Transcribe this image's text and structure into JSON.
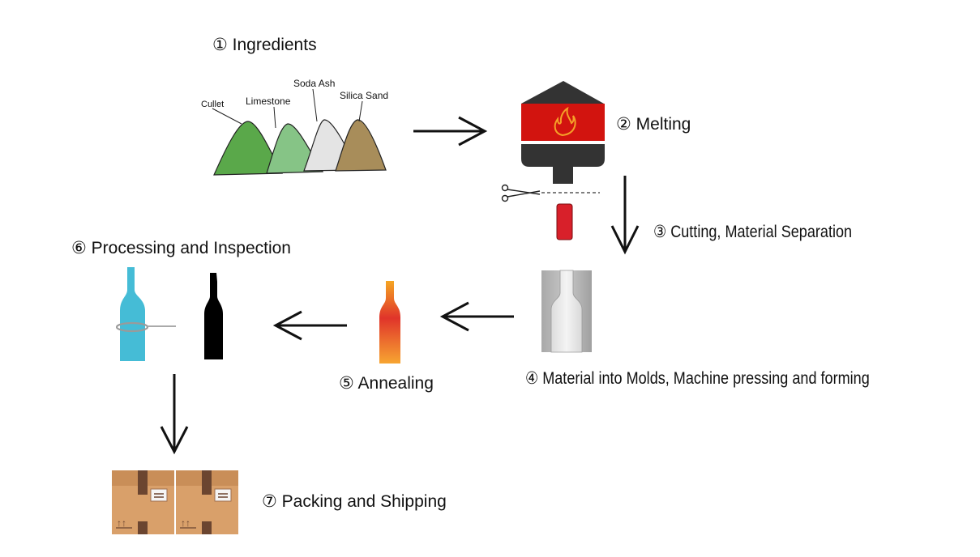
{
  "steps": {
    "s1": "① Ingredients",
    "s2": "② Melting",
    "s3": "③ Cutting, Material Separation",
    "s4": "④ Material into Molds, Machine pressing and forming",
    "s5": "⑤ Annealing",
    "s6": "⑥ Processing and Inspection",
    "s7": "⑦ Packing and Shipping"
  },
  "ingredients": [
    {
      "label": "Cullet",
      "color": "#5aa84a"
    },
    {
      "label": "Limestone",
      "color": "#86c486"
    },
    {
      "label": "Soda Ash",
      "color": "#e4e4e4"
    },
    {
      "label": "Silica Sand",
      "color": "#a88d5a"
    }
  ],
  "icons": [
    "pile-icon",
    "furnace-icon",
    "flame-icon",
    "scissors-icon",
    "glass-gob-icon",
    "mold-icon",
    "annealed-bottle-icon",
    "blue-bottle-icon",
    "black-bottle-icon",
    "carton-box-icon",
    "arrow-icon"
  ],
  "colors": {
    "furnace_red": "#d2140f",
    "furnace_dark": "#333333",
    "gob_red": "#d8202a",
    "bottle_blue": "#45bcd6",
    "bottle_black": "#000000",
    "box_tan": "#d9a06a",
    "box_tape": "#6b4530"
  }
}
